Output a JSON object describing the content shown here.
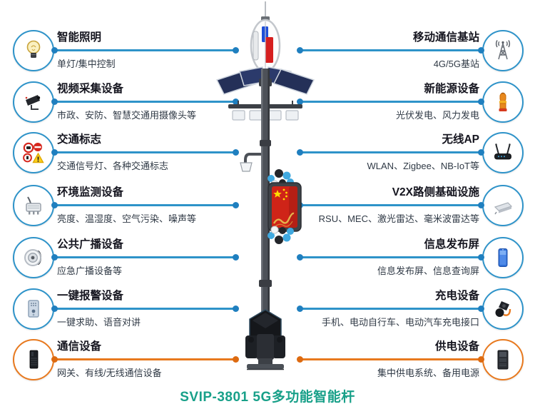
{
  "page": {
    "caption": "SVIP-3801 5G多功能智能杆"
  },
  "colors": {
    "connector_blue": "#2E93C9",
    "connector_orange": "#E8791E",
    "caption_teal": "#18A089",
    "banner_red": "#CF2418",
    "banner_star_yellow": "#FFDE00"
  },
  "left": {
    "items": [
      {
        "title": "智能照明",
        "desc": "单灯/集中控制",
        "icon": "lightbulb-icon",
        "accent": "blue"
      },
      {
        "title": "视频采集设备",
        "desc": "市政、安防、智慧交通用摄像头等",
        "icon": "cctv-camera-icon",
        "accent": "blue"
      },
      {
        "title": "交通标志",
        "desc": "交通信号灯、各种交通标志",
        "icon": "traffic-signs-icon",
        "accent": "blue"
      },
      {
        "title": "环境监测设备",
        "desc": "亮度、温湿度、空气污染、噪声等",
        "icon": "environment-sensor-icon",
        "accent": "blue"
      },
      {
        "title": "公共广播设备",
        "desc": "应急广播设备等",
        "icon": "loudspeaker-icon",
        "accent": "blue"
      },
      {
        "title": "一键报警设备",
        "desc": "一键求助、语音对讲",
        "icon": "alarm-intercom-icon",
        "accent": "blue"
      },
      {
        "title": "通信设备",
        "desc": "网关、有线/无线通信设备",
        "icon": "gateway-device-icon",
        "accent": "orange"
      }
    ]
  },
  "right": {
    "items": [
      {
        "title": "移动通信基站",
        "desc": "4G/5G基站",
        "icon": "signal-tower-icon",
        "accent": "blue"
      },
      {
        "title": "新能源设备",
        "desc": "光伏发电、风力发电",
        "icon": "wind-generator-icon",
        "accent": "blue"
      },
      {
        "title": "无线AP",
        "desc": "WLAN、Zigbee、NB-IoT等",
        "icon": "wireless-router-icon",
        "accent": "blue"
      },
      {
        "title": "V2X路侧基础设施",
        "desc": "RSU、MEC、激光雷达、毫米波雷达等",
        "icon": "rsu-device-icon",
        "accent": "blue"
      },
      {
        "title": "信息发布屏",
        "desc": "信息发布屏、信息查询屏",
        "icon": "display-screen-icon",
        "accent": "blue"
      },
      {
        "title": "充电设备",
        "desc": "手机、电动自行车、电动汽车充电接口",
        "icon": "charging-plug-icon",
        "accent": "blue"
      },
      {
        "title": "供电设备",
        "desc": "集中供电系统、备用电源",
        "icon": "power-cabinet-icon",
        "accent": "orange"
      }
    ]
  }
}
